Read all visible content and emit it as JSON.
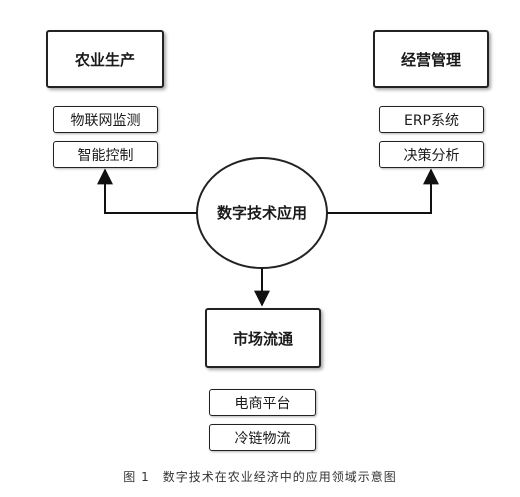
{
  "nodes": {
    "center": {
      "label": "数字技术应用"
    },
    "agriculture": {
      "title": "农业生产",
      "items": [
        "物联网监测",
        "智能控制"
      ]
    },
    "management": {
      "title": "经营管理",
      "items": [
        "ERP系统",
        "决策分析"
      ]
    },
    "circulation": {
      "title": "市场流通",
      "items": [
        "电商平台",
        "冷链物流"
      ]
    }
  },
  "caption": "图 1　数字技术在农业经济中的应用领域示意图"
}
